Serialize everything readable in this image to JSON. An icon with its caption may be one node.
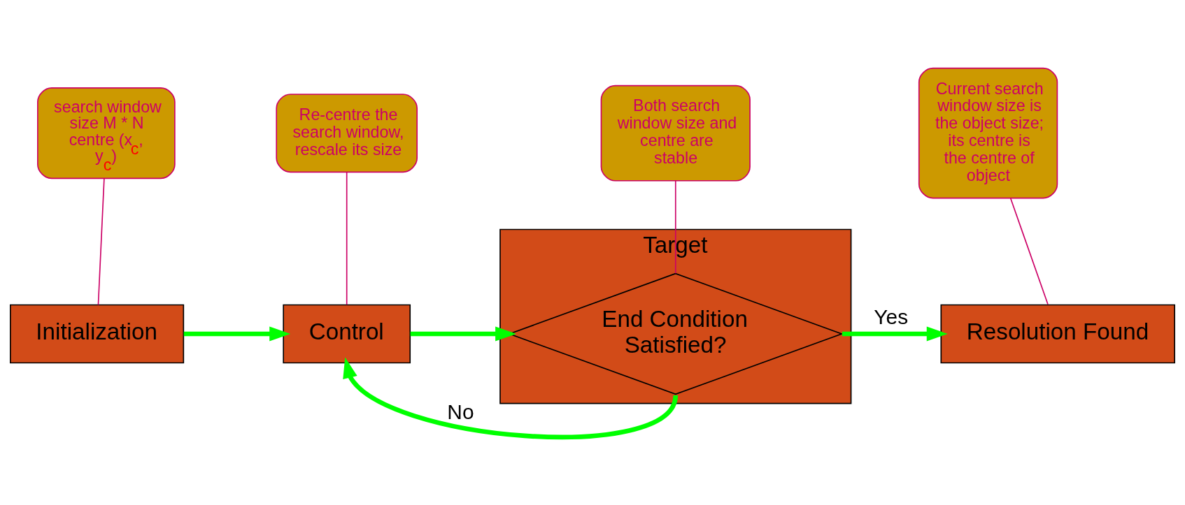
{
  "diagram": {
    "nodes": [
      {
        "text": [
          "search window size M * N centre (x$_{c}$, y$_{c}$)"
        ]
      },
      {
        "text": [
          "Re-centre the search window, rescale its size"
        ]
      },
      {
        "text": [
          "Both search window size and centre are stable"
        ]
      },
      {
        "text": [
          "Current search window size is the object size; its centre is the centre of object"
        ]
      },
      {
        "text": [
          "Initialization"
        ]
      },
      {
        "text": [
          "Control"
        ]
      },
      {
        "text": [
          "Target"
        ]
      },
      {
        "text": [
          "End Condition Satisfied?"
        ],
        "in": 6
      },
      {
        "text": [
          "Resolution Found"
        ]
      }
    ],
    "edges": [
      {
        "from": 0,
        "to": 4,
        "arrow": "none",
        "color": "#cc0066"
      },
      {
        "from": 1,
        "to": 5,
        "arrow": "none",
        "color": "#cc0066"
      },
      {
        "from": 2,
        "to": 7,
        "arrow": "none",
        "color": "#cc0066"
      },
      {
        "from": 3,
        "to": 8,
        "arrow": "none",
        "color": "#cc0066"
      },
      {
        "from": 4,
        "to": 5,
        "arrow": "to",
        "color": "#00ff00",
        "style": "thick"
      },
      {
        "from": 5,
        "to": 7,
        "arrow": "to",
        "color": "#00ff00",
        "style": "thick"
      },
      {
        "from": 7,
        "to": 8,
        "arrow": "to",
        "label": "Yes",
        "color": "#00ff00",
        "style": "thick"
      },
      {
        "from": 7,
        "to": 5,
        "arrow": "to",
        "label": "No",
        "color": "#00ff00",
        "style": "thick"
      }
    ]
  }
}
